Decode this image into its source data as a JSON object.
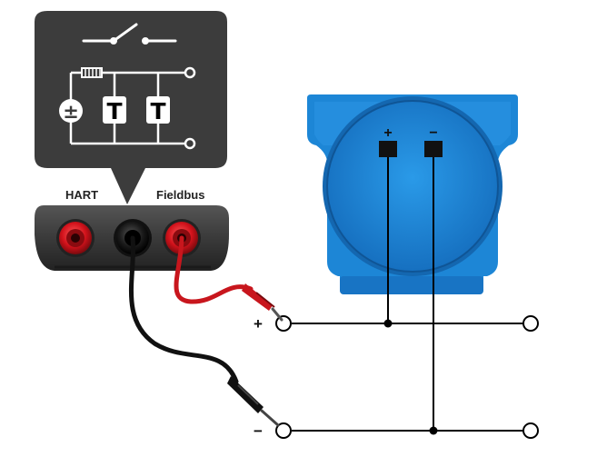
{
  "device": {
    "label_hart": "HART",
    "label_fieldbus": "Fieldbus"
  },
  "circuit": {
    "source_symbol": "±",
    "switch_symbol_left": "T",
    "switch_symbol_right": "T"
  },
  "transmitter": {
    "terminal_plus": "+",
    "terminal_minus": "−"
  },
  "bus": {
    "plus_label": "+",
    "minus_label": "−"
  },
  "colors": {
    "bubble": "#3c3c3c",
    "device_body": "#3a3a3a",
    "jack_red": "#d1121b",
    "jack_black": "#1a1a1a",
    "cable_red": "#c8161d",
    "cable_black": "#111111",
    "transmitter_blue": "#1d86d6",
    "transmitter_dark": "#1467b0",
    "wire": "#000000"
  }
}
